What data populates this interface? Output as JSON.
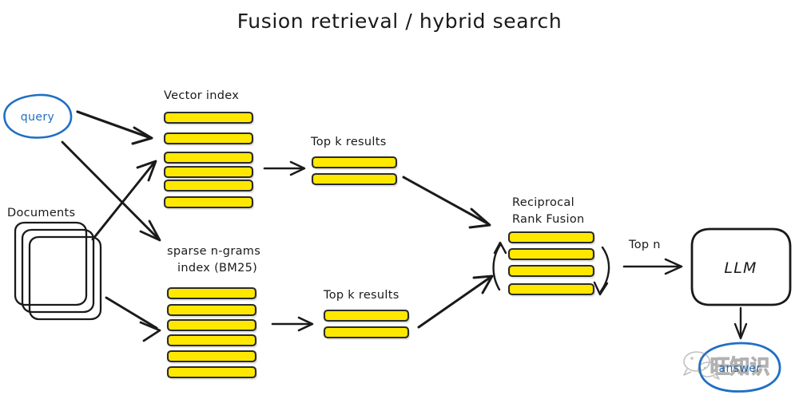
{
  "diagram": {
    "title": "Fusion retrieval / hybrid search",
    "type": "flowchart",
    "accent_yellow": "#FFE800",
    "accent_blue": "#1F6FC4",
    "ink": "#1A1A1A",
    "background": "#FFFFFF"
  },
  "nodes": {
    "query": {
      "label": "query",
      "shape": "ellipse",
      "color": "#1F6FC4"
    },
    "documents": {
      "label": "Documents",
      "shape": "stacked-rounded-rects",
      "stack_count": 3
    },
    "vector_index": {
      "label": "Vector index",
      "bar_count": 6
    },
    "sparse_index": {
      "label_line1": "sparse n-grams",
      "label_line2": "index (BM25)",
      "bar_count": 6
    },
    "topk_vector": {
      "label": "Top k results",
      "bar_count": 2
    },
    "topk_sparse": {
      "label": "Top k results",
      "bar_count": 2
    },
    "rrf": {
      "label_line1": "Reciprocal",
      "label_line2": "Rank Fusion",
      "bar_count": 4
    },
    "llm": {
      "label": "LLM",
      "shape": "rounded-rect"
    },
    "answer": {
      "label": "answer",
      "shape": "ellipse",
      "color": "#1F6FC4"
    }
  },
  "edges": [
    {
      "id": "query-to-vector",
      "from": "query",
      "to": "vector_index",
      "label": ""
    },
    {
      "id": "query-to-sparse",
      "from": "query",
      "to": "sparse_index",
      "label": ""
    },
    {
      "id": "documents-to-vector",
      "from": "documents",
      "to": "vector_index",
      "label": ""
    },
    {
      "id": "documents-to-sparse",
      "from": "documents",
      "to": "sparse_index",
      "label": ""
    },
    {
      "id": "vector-to-topk",
      "from": "vector_index",
      "to": "topk_vector",
      "label": ""
    },
    {
      "id": "sparse-to-topk",
      "from": "sparse_index",
      "to": "topk_sparse",
      "label": ""
    },
    {
      "id": "topkvector-to-rrf",
      "from": "topk_vector",
      "to": "rrf",
      "label": ""
    },
    {
      "id": "topksparse-to-rrf",
      "from": "topk_sparse",
      "to": "rrf",
      "label": ""
    },
    {
      "id": "rrf-to-llm",
      "from": "rrf",
      "to": "llm",
      "label": "Top n"
    },
    {
      "id": "llm-to-answer",
      "from": "llm",
      "to": "answer",
      "label": ""
    }
  ],
  "edge_labels": {
    "top_n": "Top n"
  },
  "watermark": {
    "text": "旺知识",
    "icon": "wechat-icon"
  }
}
